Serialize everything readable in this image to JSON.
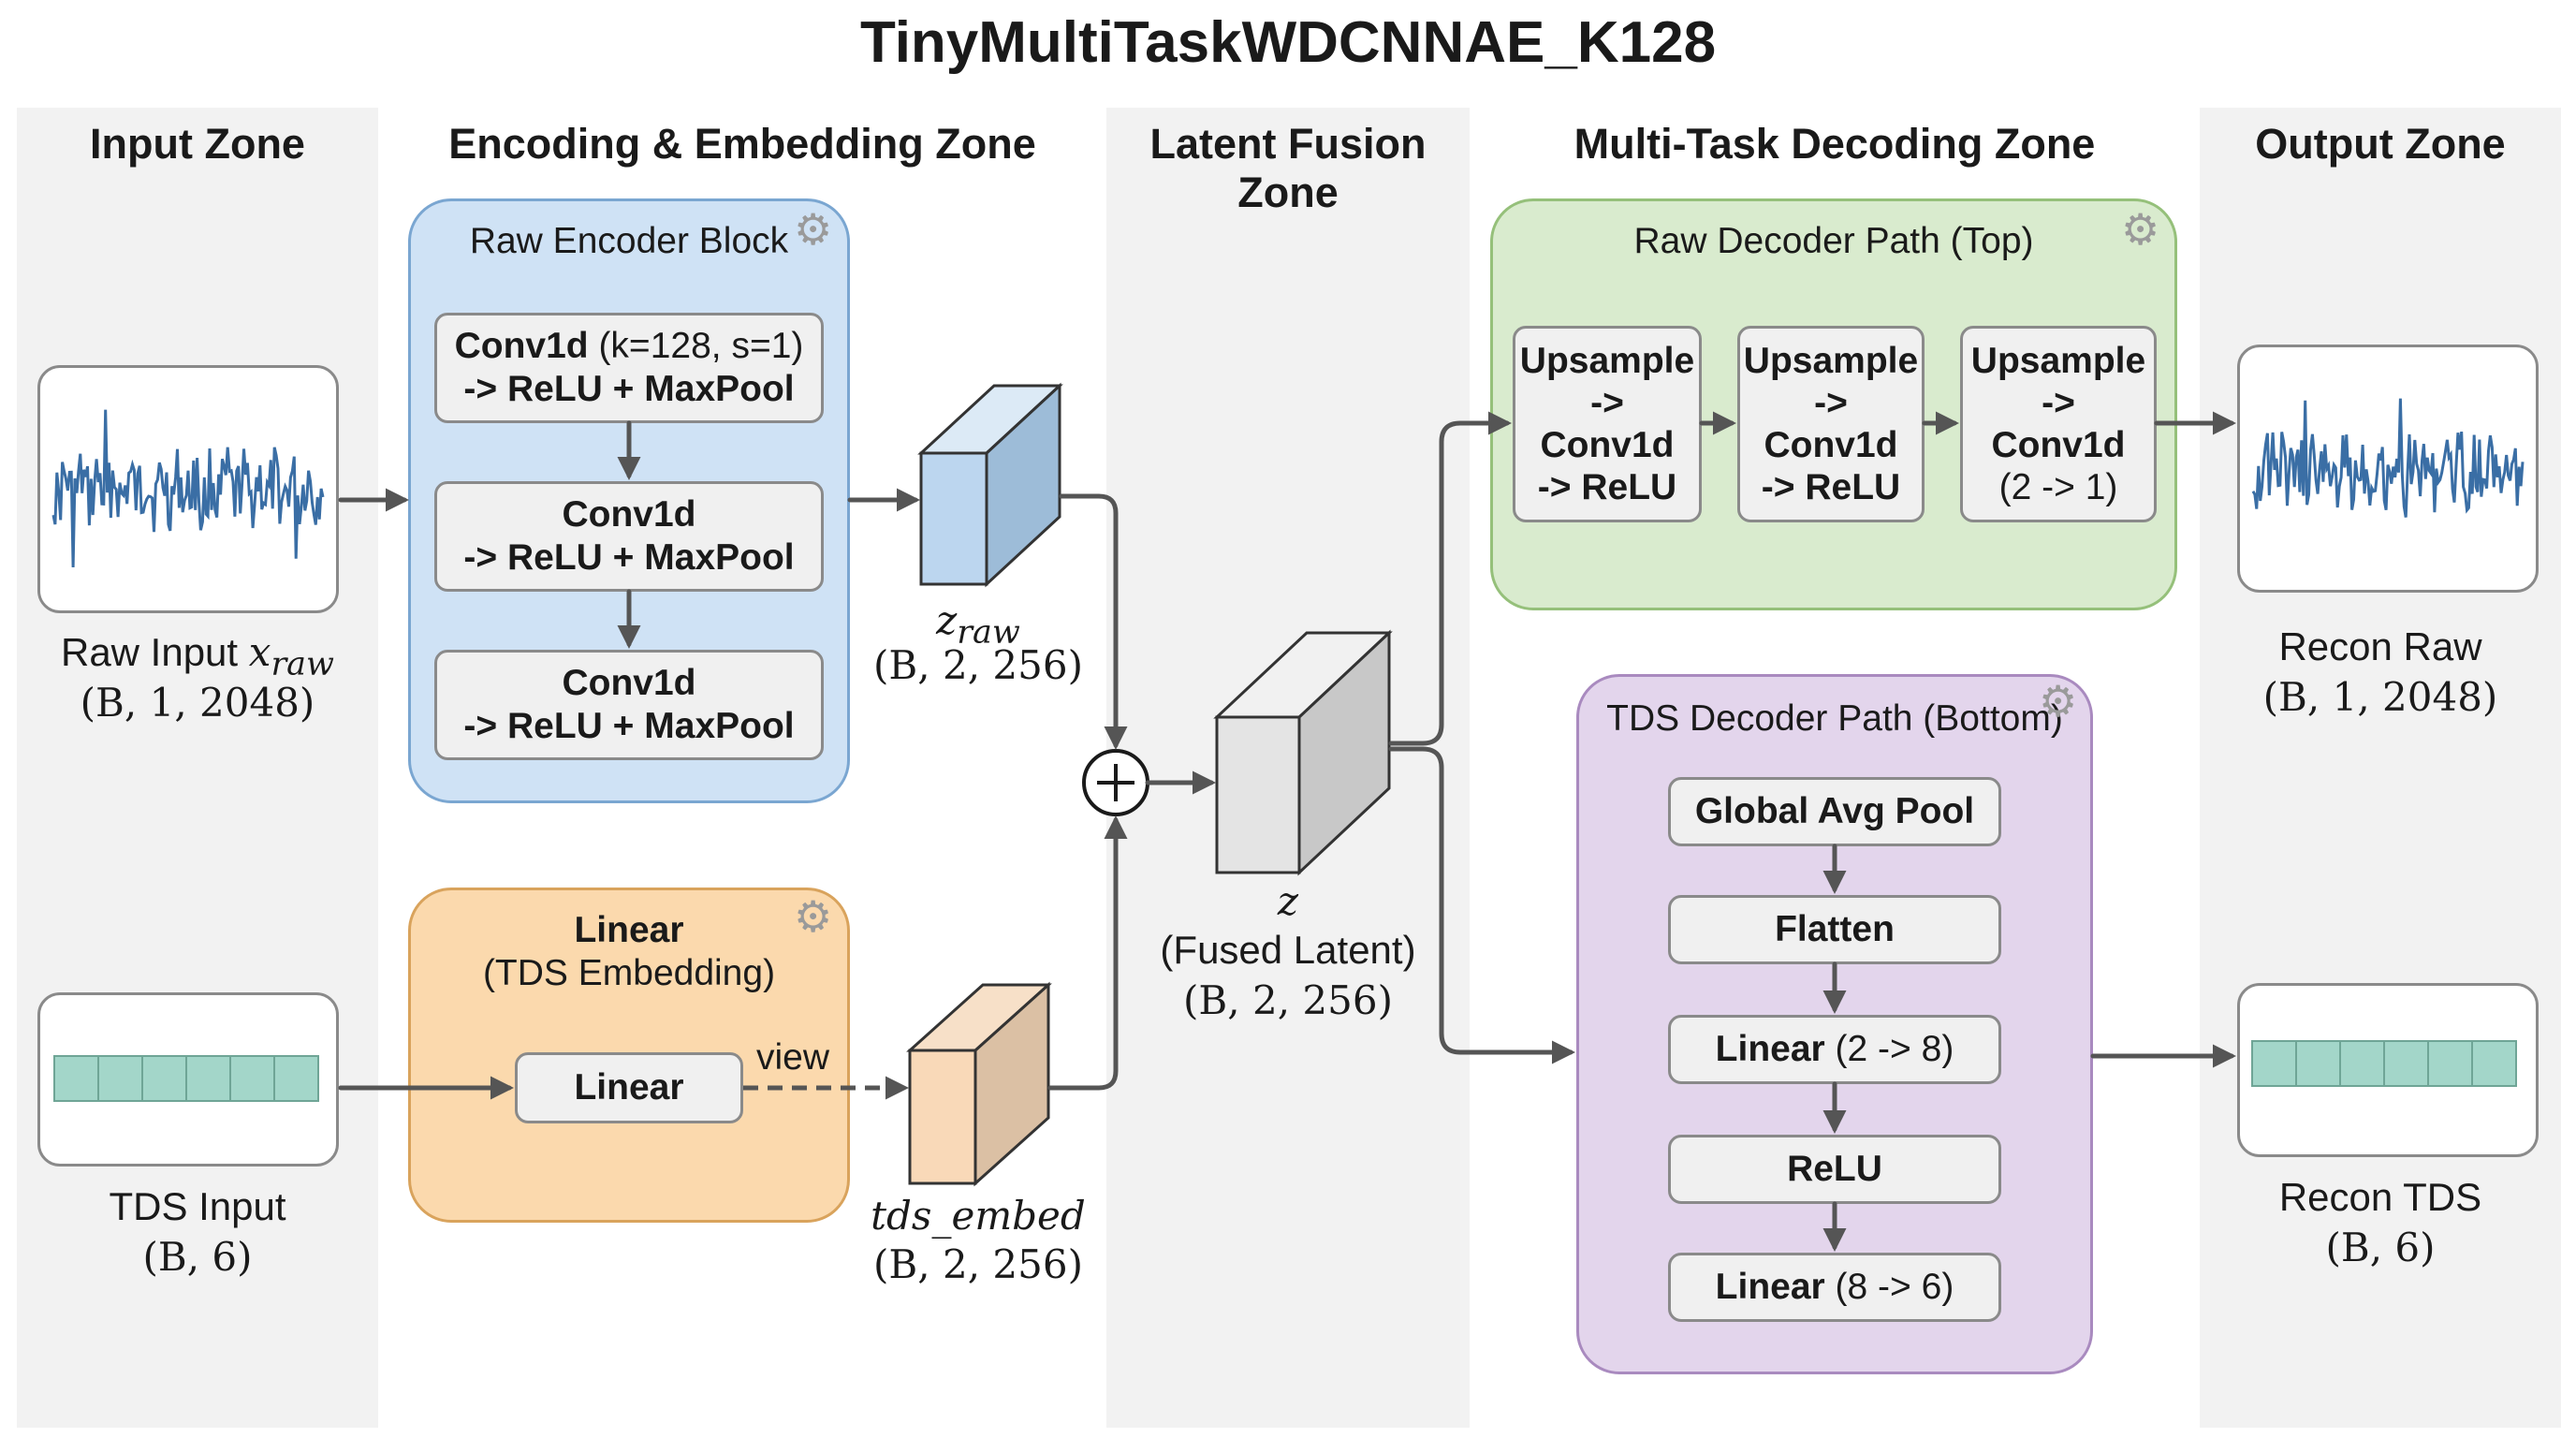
{
  "title": "TinyMultiTaskWDCNNAE_K128",
  "zones": [
    "Input Zone",
    "Encoding & Embedding Zone",
    "Latent Fusion Zone",
    "Multi-Task Decoding Zone",
    "Output Zone"
  ],
  "inputs": {
    "raw": {
      "label": "Raw Input",
      "symbol": "x",
      "subscript": "raw",
      "shape": "(B, 1, 2048)"
    },
    "tds": {
      "label": "TDS Input",
      "shape": "(B, 6)"
    }
  },
  "raw_encoder": {
    "title": "Raw Encoder Block",
    "layers": [
      {
        "bold": "Conv1d",
        "rest": " (k=128, s=1)",
        "line2": "-> ReLU + MaxPool"
      },
      {
        "bold": "Conv1d",
        "rest": "",
        "line2": "-> ReLU + MaxPool"
      },
      {
        "bold": "Conv1d",
        "rest": "",
        "line2": "-> ReLU + MaxPool"
      }
    ]
  },
  "tds_embedding": {
    "title": "Linear",
    "subtitle": "(TDS Embedding)",
    "layer": "Linear",
    "edge_label": "view"
  },
  "tensors": {
    "z_raw": {
      "symbol": "z",
      "subscript": "raw",
      "shape": "(B, 2, 256)"
    },
    "tds_embed": {
      "symbol": "tds_embed",
      "shape": "(B, 2, 256)"
    },
    "z": {
      "symbol": "z",
      "label": "(Fused Latent)",
      "shape": "(B, 2, 256)"
    }
  },
  "fusion_symbol": "+",
  "raw_decoder": {
    "title": "Raw Decoder Path (Top)",
    "blocks": [
      {
        "line1": "Upsample",
        "line2": "->",
        "line3": "Conv1d",
        "line4": "-> ReLU"
      },
      {
        "line1": "Upsample",
        "line2": "->",
        "line3": "Conv1d",
        "line4": "-> ReLU"
      },
      {
        "line1": "Upsample",
        "line2": "->",
        "line3": "Conv1d",
        "line4": "(2 -> 1)"
      }
    ]
  },
  "tds_decoder": {
    "title": "TDS Decoder Path (Bottom)",
    "layers": [
      {
        "bold": "Global Avg Pool",
        "rest": ""
      },
      {
        "bold": "Flatten",
        "rest": ""
      },
      {
        "bold": "Linear",
        "rest": " (2 -> 8)"
      },
      {
        "bold": "ReLU",
        "rest": ""
      },
      {
        "bold": "Linear",
        "rest": " (8 -> 6)"
      }
    ]
  },
  "outputs": {
    "raw": {
      "label": "Recon Raw",
      "shape": "(B, 1, 2048)"
    },
    "tds": {
      "label": "Recon TDS",
      "shape": "(B, 6)"
    }
  },
  "icons": {
    "settings": "gear-icon",
    "fusion": "plus-circle-icon"
  },
  "colors": {
    "encoder_block": "#cfe2f5",
    "embedding_block": "#fbd9ad",
    "raw_decoder_block": "#d9ebce",
    "tds_decoder_block": "#e3d5ec",
    "waveform": "#3a6ea5",
    "tds_cells": "#a3d6c9",
    "arrow": "#555555"
  }
}
